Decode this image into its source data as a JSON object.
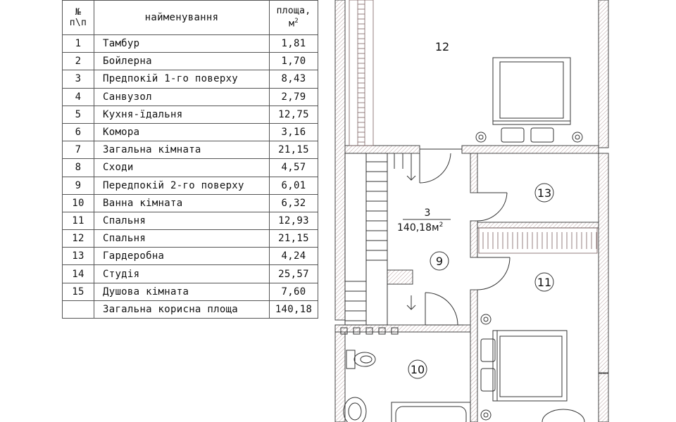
{
  "table": {
    "header": {
      "num_top": "№",
      "num_bottom": "п\\п",
      "name": "найменування",
      "area_top": "площа,",
      "area_unit": "м",
      "area_sup": "2"
    },
    "rows": [
      {
        "num": "1",
        "name": "Тамбур",
        "area": "1,81"
      },
      {
        "num": "2",
        "name": "Бойлерна",
        "area": "1,70"
      },
      {
        "num": "3",
        "name": "Предпокій 1-го поверху",
        "area": "8,43"
      },
      {
        "num": "4",
        "name": "Санвузол",
        "area": "2,79"
      },
      {
        "num": "5",
        "name": "Кухня-їдальня",
        "area": "12,75"
      },
      {
        "num": "6",
        "name": "Комора",
        "area": "3,16"
      },
      {
        "num": "7",
        "name": "Загальна кімната",
        "area": "21,15"
      },
      {
        "num": "8",
        "name": "Сходи",
        "area": "4,57"
      },
      {
        "num": "9",
        "name": "Передпокій 2-го поверху",
        "area": "6,01"
      },
      {
        "num": "10",
        "name": "Ванна кімната",
        "area": "6,32"
      },
      {
        "num": "11",
        "name": "Спальня",
        "area": "12,93"
      },
      {
        "num": "12",
        "name": "Спальня",
        "area": "21,15"
      },
      {
        "num": "13",
        "name": "Гардеробна",
        "area": "4,24"
      },
      {
        "num": "14",
        "name": "Студія",
        "area": "25,57"
      },
      {
        "num": "15",
        "name": "Душова кімната",
        "area": "7,60"
      }
    ],
    "total": {
      "num": "",
      "name": "Загальна корисна площа",
      "area": "140,18"
    }
  },
  "plan": {
    "rooms": {
      "r12": "12",
      "r13": "13",
      "r11": "11",
      "r9": "9",
      "r10": "10"
    },
    "summary": {
      "count": "3",
      "area": "140,18м",
      "sup": "2"
    }
  }
}
